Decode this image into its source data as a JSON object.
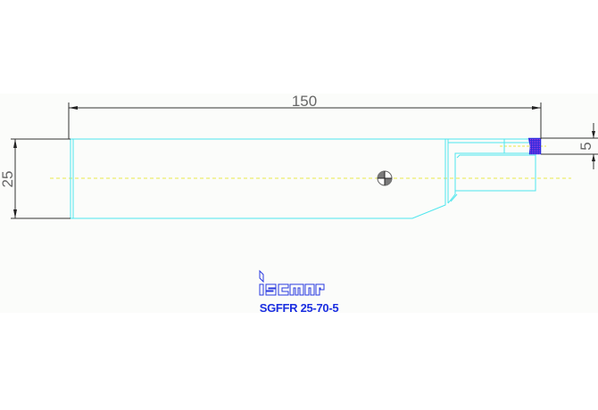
{
  "drawing": {
    "dimensions": {
      "length": "150",
      "height": "25",
      "blade_width": "5"
    },
    "brand": "iscar",
    "part_number": "SGFFR 25-70-5",
    "colors": {
      "outline": "#4ee6ee",
      "dimension": "#333333",
      "centerline": "#e8e84a",
      "insert": "#2a2ae0",
      "brand": "#1a2ee0",
      "background": "#fbfcfa"
    }
  }
}
